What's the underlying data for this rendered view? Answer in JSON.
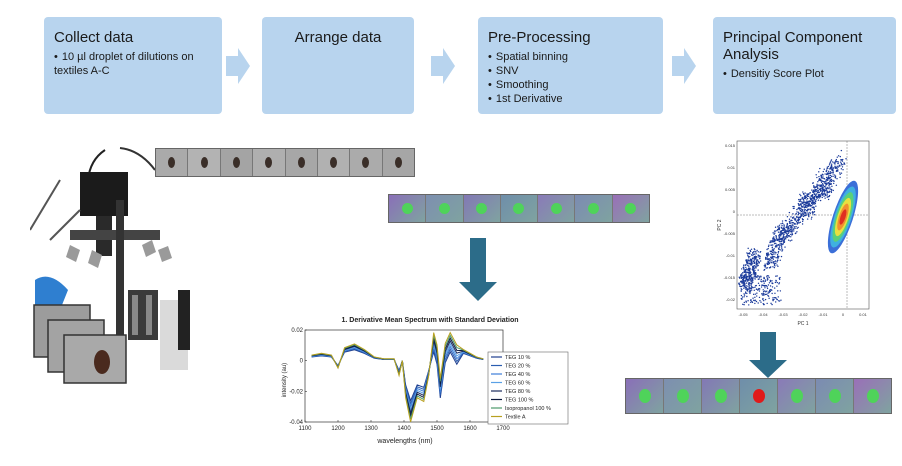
{
  "steps": [
    {
      "title": "Collect data",
      "items": [
        "10 µl droplet of dilutions on textiles A-C"
      ]
    },
    {
      "title": "Arrange data",
      "items": []
    },
    {
      "title": "Pre-Processing",
      "items": [
        "Spatial binning",
        "SNV",
        "Smoothing",
        "1st Derivative"
      ]
    },
    {
      "title": "Principal Component Analysis",
      "items": [
        "Densitiy Score Plot"
      ]
    }
  ],
  "colors": {
    "box": "#b8d4ee",
    "flow_arrow": "#b8d4ee",
    "down_arrow": "#2c6c89",
    "droplet_green": "#4fd35a",
    "droplet_red": "#e01a1a"
  },
  "spectrum_chart": {
    "type": "line",
    "title": "1. Derivative Mean Spectrum with Standard Deviation",
    "xlabel": "wavelengths (nm)",
    "ylabel": "intensity (au)",
    "xlim": [
      1100,
      1700
    ],
    "ylim": [
      -0.04,
      0.02
    ],
    "xticks": [
      "1100",
      "1200",
      "1300",
      "1400",
      "1500",
      "1600",
      "1700"
    ],
    "yticks": [
      "0.02",
      "0",
      "-0.02",
      "-0.04"
    ],
    "legend_position": "right",
    "series": [
      {
        "name": "TEG 10 %",
        "color": "#1f3f8f"
      },
      {
        "name": "TEG 20 %",
        "color": "#2a5db0"
      },
      {
        "name": "TEG 40 %",
        "color": "#3b7dd8"
      },
      {
        "name": "TEG 60 %",
        "color": "#5aa0e6"
      },
      {
        "name": "TEG 80 %",
        "color": "#1a2a5e"
      },
      {
        "name": "TEG 100 %",
        "color": "#0e1a3e"
      },
      {
        "name": "Isopropanol 100 %",
        "color": "#4c9a6a"
      },
      {
        "name": "Textile A",
        "color": "#b8a020"
      }
    ],
    "curve": [
      [
        1120,
        0.003
      ],
      [
        1150,
        0.004
      ],
      [
        1180,
        0.003
      ],
      [
        1200,
        -0.004
      ],
      [
        1220,
        0.007
      ],
      [
        1250,
        0.009
      ],
      [
        1280,
        0.006
      ],
      [
        1310,
        0.002
      ],
      [
        1340,
        0.001
      ],
      [
        1370,
        0.001
      ],
      [
        1385,
        -0.008
      ],
      [
        1395,
        0.0
      ],
      [
        1405,
        -0.02
      ],
      [
        1420,
        -0.033
      ],
      [
        1440,
        -0.02
      ],
      [
        1460,
        -0.022
      ],
      [
        1475,
        -0.008
      ],
      [
        1490,
        0.012
      ],
      [
        1500,
        0.004
      ],
      [
        1510,
        -0.018
      ],
      [
        1525,
        0.005
      ],
      [
        1540,
        0.012
      ],
      [
        1560,
        0.004
      ],
      [
        1580,
        0.006
      ],
      [
        1600,
        0.004
      ],
      [
        1620,
        0.002
      ],
      [
        1640,
        0.001
      ]
    ]
  },
  "score_plot": {
    "type": "scatter",
    "xlabel": "PC 1",
    "ylabel": "PC 2",
    "yticks": [
      "0.015",
      "0.01",
      "0.005",
      "0",
      "-0.005",
      "-0.01",
      "-0.015",
      "-0.02"
    ],
    "xticks": [
      "-0.05",
      "-0.04",
      "-0.03",
      "-0.02",
      "-0.01",
      "0",
      "0.01"
    ]
  }
}
